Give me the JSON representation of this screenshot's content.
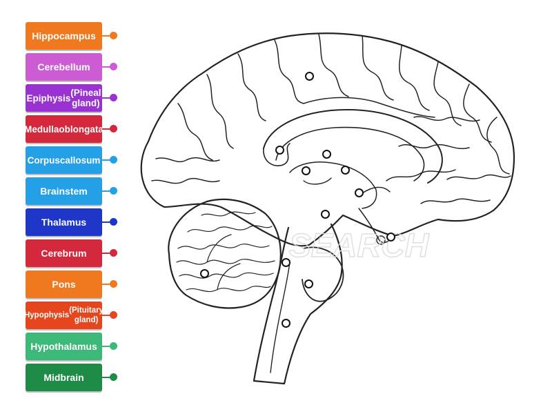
{
  "labels": [
    {
      "text": "Hippocampus",
      "lines": [
        "Hippocampus"
      ],
      "color": "#f0781e"
    },
    {
      "text": "Cerebellum",
      "lines": [
        "Cerebellum"
      ],
      "color": "#cd5bd4"
    },
    {
      "text": "Epiphysis (Pineal gland)",
      "lines": [
        "Epiphysis",
        "(Pineal gland)"
      ],
      "color": "#9a32d2"
    },
    {
      "text": "Medulla oblongata",
      "lines": [
        "Medulla",
        "oblongata"
      ],
      "color": "#d4283c"
    },
    {
      "text": "Corpus callosum",
      "lines": [
        "Corpus",
        "callosum"
      ],
      "color": "#23a0e6"
    },
    {
      "text": "Brainstem",
      "lines": [
        "Brainstem"
      ],
      "color": "#23a0e6"
    },
    {
      "text": "Thalamus",
      "lines": [
        "Thalamus"
      ],
      "color": "#1e37c8"
    },
    {
      "text": "Cerebrum",
      "lines": [
        "Cerebrum"
      ],
      "color": "#d4283c"
    },
    {
      "text": "Pons",
      "lines": [
        "Pons"
      ],
      "color": "#f0781e"
    },
    {
      "text": "Hypophysis (Pituitary gland)",
      "lines": [
        "Hypophysis",
        "(Pituitary gland)"
      ],
      "color": "#e6461e"
    },
    {
      "text": "Hypothalamus",
      "lines": [
        "Hypothalamus"
      ],
      "color": "#3cb978"
    },
    {
      "text": "Midbrain",
      "lines": [
        "Midbrain"
      ],
      "color": "#1e8c46"
    }
  ],
  "watermark": "SEARCH"
}
